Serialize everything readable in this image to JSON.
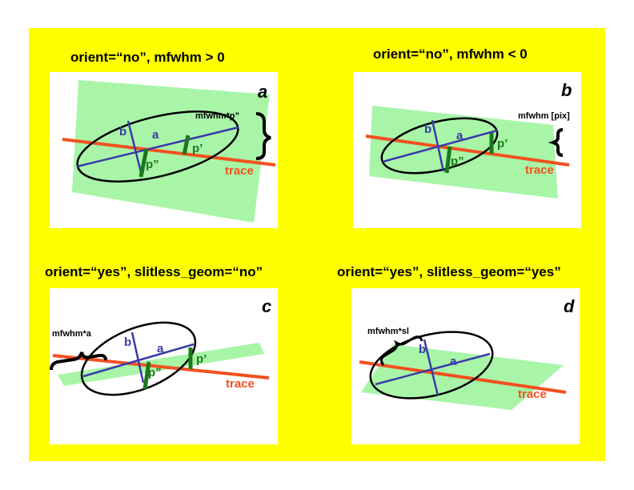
{
  "colors": {
    "background": "#ffff00",
    "plane": "#a8f5a8",
    "trace": "#f2501e",
    "axis": "#3a3aa8",
    "projection": "#1a7a1a",
    "ellipse": "#000000"
  },
  "panels": [
    {
      "title": "orient=“no”, mfwhm > 0",
      "letter": "a",
      "label_a": "a",
      "label_b": "b",
      "label_p1": "p’",
      "label_p2": "p”",
      "trace_label": "trace",
      "annotation": "mfwhm*p”"
    },
    {
      "title": "orient=“no”, mfwhm < 0",
      "letter": "b",
      "label_a": "a",
      "label_b": "b",
      "label_p1": "p’",
      "label_p2": "p”",
      "trace_label": "trace",
      "annotation": "mfwhm [pix]"
    },
    {
      "title": "orient=“yes”, slitless_geom=“no”",
      "letter": "c",
      "label_a": "a",
      "label_b": "b",
      "label_p1": "p’",
      "label_p2": "p”",
      "trace_label": "trace",
      "annotation": "mfwhm*a"
    },
    {
      "title": "orient=“yes”, slitless_geom=“yes”",
      "letter": "d",
      "label_a": "a",
      "label_b": "b",
      "trace_label": "trace",
      "annotation": "mfwhm*sl"
    }
  ]
}
